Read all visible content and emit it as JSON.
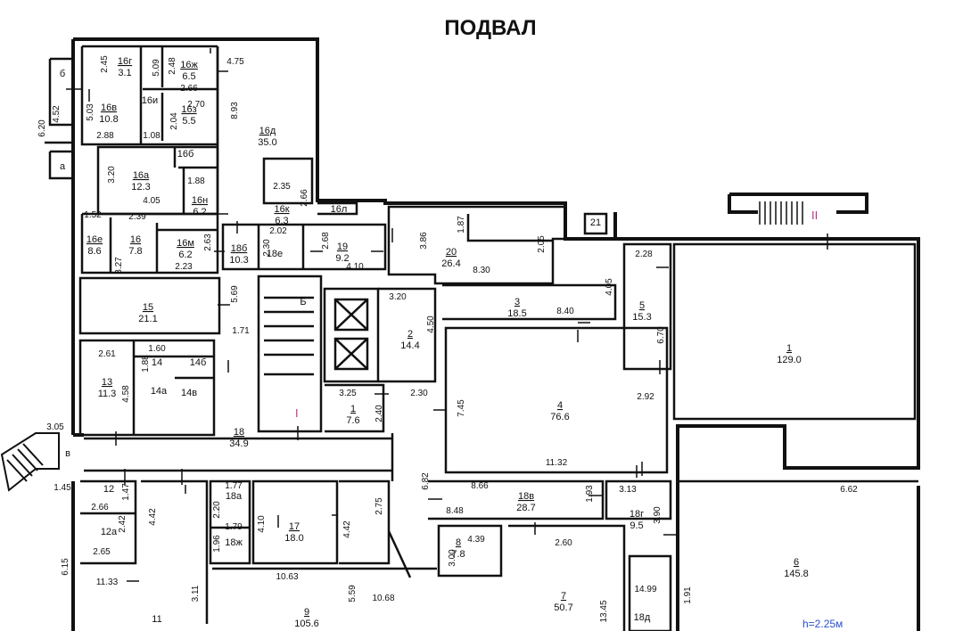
{
  "title": "ПОДВАЛ",
  "marks": {
    "entrance_1": "I",
    "entrance_2": "II"
  },
  "rooms": [
    {
      "id": "б"
    },
    {
      "id": "а"
    },
    {
      "id": "в"
    },
    {
      "id": "16г",
      "area": "3.1"
    },
    {
      "id": "16в",
      "area": "10.8"
    },
    {
      "id": "16ж",
      "area": "6.5"
    },
    {
      "id": "16и"
    },
    {
      "id": "16з",
      "area": "5.5"
    },
    {
      "id": "16д",
      "area": "35.0"
    },
    {
      "id": "16б"
    },
    {
      "id": "16а",
      "area": "12.3"
    },
    {
      "id": "16н",
      "area": "6.2"
    },
    {
      "id": "16к",
      "area": "6.3"
    },
    {
      "id": "16л"
    },
    {
      "id": "16е",
      "area": "8.6"
    },
    {
      "id": "16",
      "area": "7.8"
    },
    {
      "id": "16м",
      "area": "6.2"
    },
    {
      "id": "18б",
      "area": "10.3"
    },
    {
      "id": "18е"
    },
    {
      "id": "19",
      "area": "9.2"
    },
    {
      "id": "20",
      "area": "26.4"
    },
    {
      "id": "21"
    },
    {
      "id": "15",
      "area": "21.1"
    },
    {
      "id": "Б"
    },
    {
      "id": "2",
      "area": "14.4"
    },
    {
      "id": "3",
      "area": "18.5"
    },
    {
      "id": "5",
      "area": "15.3"
    },
    {
      "id": "1",
      "area": "129.0"
    },
    {
      "id": "13",
      "area": "11.3"
    },
    {
      "id": "14"
    },
    {
      "id": "14б"
    },
    {
      "id": "14а"
    },
    {
      "id": "14в"
    },
    {
      "id": "1",
      "area": "7.6"
    },
    {
      "id": "4",
      "area": "76.6"
    },
    {
      "id": "18",
      "area": "34.9"
    },
    {
      "id": "12"
    },
    {
      "id": "12а"
    },
    {
      "id": "18а"
    },
    {
      "id": "18ж"
    },
    {
      "id": "17",
      "area": "18.0"
    },
    {
      "id": "18в",
      "area": "28.7"
    },
    {
      "id": "18г",
      "area": "9.5"
    },
    {
      "id": "8",
      "area": "7.8"
    },
    {
      "id": "7",
      "area": "50.7"
    },
    {
      "id": "18д"
    },
    {
      "id": "6",
      "area": "145.8"
    },
    {
      "id": "9",
      "area": "105.6"
    },
    {
      "id": "11"
    }
  ],
  "dimensions": [
    "2.45",
    "5.09",
    "2.48",
    "4.75",
    "4.52",
    "6.20",
    "5.03",
    "2.66",
    "2.70",
    "8.93",
    "2.04",
    "2.88",
    "1.08",
    "3.20",
    "4.05",
    "1.88",
    "2.35",
    "2.66",
    "1.52",
    "2.39",
    "2.02",
    "2.68",
    "2.30",
    "2.63",
    "2.23",
    "3.27",
    "1.87",
    "3.86",
    "2.05",
    "8.30",
    "4.10",
    "5.69",
    "3.20",
    "4.50",
    "4.05",
    "2.28",
    "6.70",
    "8.40",
    "1.71",
    "2.61",
    "1.60",
    "1.88",
    "4.58",
    "3.25",
    "2.40",
    "2.30",
    "7.45",
    "2.92",
    "3.05",
    "11.32",
    "6.82",
    "8.66",
    "1.93",
    "3.13",
    "6.62",
    "1.45",
    "1.47",
    "1.77",
    "2.75",
    "2.66",
    "2.42",
    "4.42",
    "2.20",
    "4.10",
    "4.42",
    "8.48",
    "3.90",
    "1.79",
    "1.96",
    "2.65",
    "4.39",
    "3.00",
    "2.60",
    "6.15",
    "11.33",
    "3.11",
    "10.63",
    "5.59",
    "10.68",
    "14.99",
    "1.91",
    "13.45",
    "8.30"
  ],
  "footer_note": "h=2.25м"
}
